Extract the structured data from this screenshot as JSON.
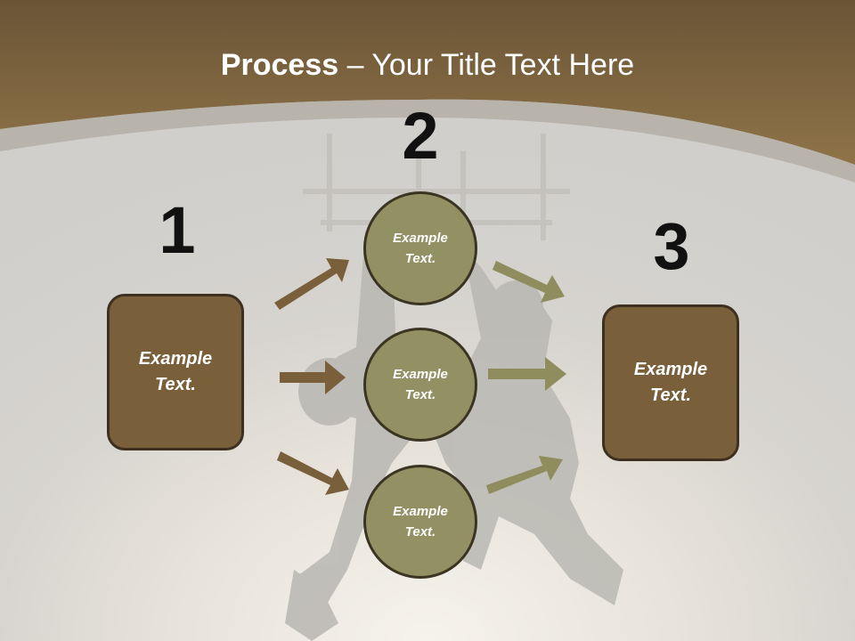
{
  "title": {
    "bold": "Process",
    "dash": " – ",
    "rest": "Your Title Text Here"
  },
  "steps": [
    {
      "number": "1",
      "label": "Example Text."
    },
    {
      "number": "2"
    },
    {
      "number": "3",
      "label": "Example Text."
    }
  ],
  "circles": [
    {
      "label": "Example Text."
    },
    {
      "label": "Example Text."
    },
    {
      "label": "Example Text."
    }
  ],
  "colors": {
    "header_brown": "#7d6441",
    "box_fill": "#7a5f3b",
    "circle_fill": "#939163",
    "left_arrow": "#7a5f3b",
    "right_arrow": "#8f8c5e"
  }
}
